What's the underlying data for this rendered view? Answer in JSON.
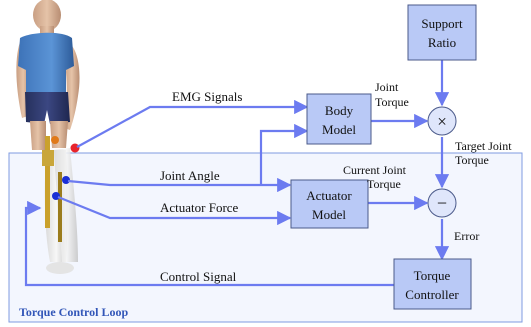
{
  "loop": {
    "title": "Torque Control Loop"
  },
  "blocks": {
    "support_ratio": [
      "Support",
      "Ratio"
    ],
    "body_model": [
      "Body",
      "Model"
    ],
    "actuator_model": [
      "Actuator",
      "Model"
    ],
    "torque_controller": [
      "Torque",
      "Controller"
    ]
  },
  "operators": {
    "multiply": "×",
    "subtract": "−"
  },
  "signals": {
    "emg": "EMG Signals",
    "joint_torque": [
      "Joint",
      "Torque"
    ],
    "target_joint_torque": [
      "Target Joint",
      "Torque"
    ],
    "current_joint_torque": [
      "Current Joint",
      "Torque"
    ],
    "joint_angle": "Joint Angle",
    "actuator_force": "Actuator Force",
    "error": "Error",
    "control_signal": "Control Signal"
  },
  "sensor_colors": {
    "emg": "#e8232b",
    "joint_angle": "#1a2fd6",
    "actuator_force": "#1a2fd6"
  }
}
